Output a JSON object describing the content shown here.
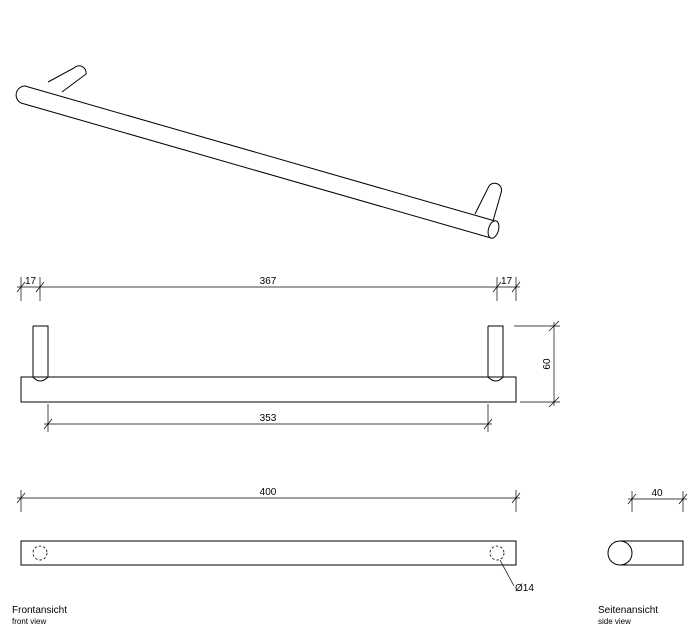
{
  "dimensions": {
    "left_offset": "17",
    "center_length": "367",
    "right_offset": "17",
    "height": "60",
    "post_spacing": "353",
    "total_length": "400",
    "depth": "40",
    "hole_diameter": "Ø14"
  },
  "labels": {
    "front_title": "Frontansicht",
    "front_subtitle": "front view",
    "side_title": "Seitenansicht",
    "side_subtitle": "side view"
  }
}
